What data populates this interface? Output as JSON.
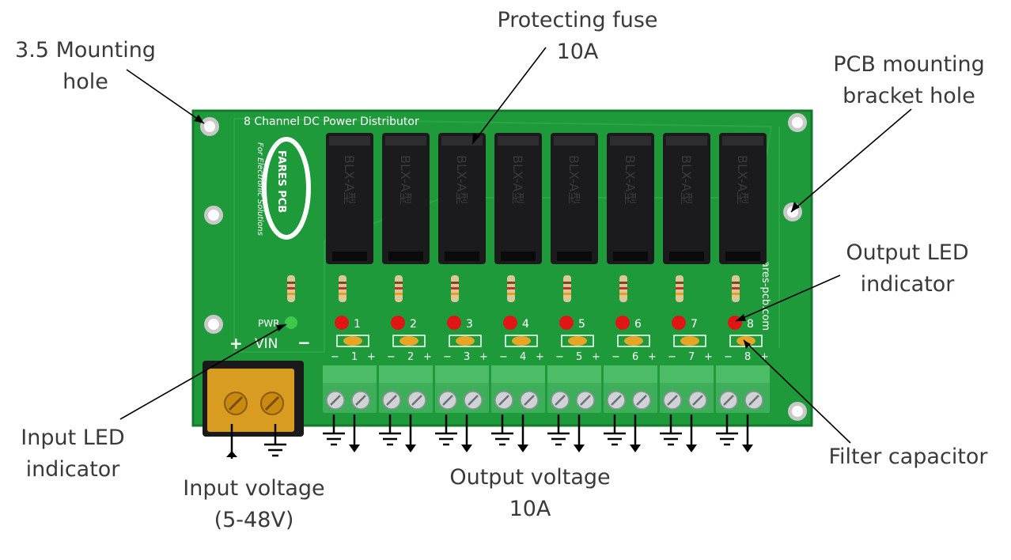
{
  "colors": {
    "pcb_green": "#1f9a3a",
    "pcb_green_dark": "#178431",
    "fuse_holder": "#1b1b1d",
    "terminal_green": "#3fae5a",
    "led_red": "#e01616",
    "led_green": "#3ec94a",
    "capacitor": "#e8a524",
    "input_fuse": "#e2a321",
    "callout_text": "#3a3a3a"
  },
  "callouts": {
    "mounting_hole": [
      "3.5 Mounting",
      "hole"
    ],
    "protecting_fuse": [
      "Protecting fuse",
      "10A"
    ],
    "bracket_hole": [
      "PCB mounting",
      "bracket hole"
    ],
    "output_led": [
      "Output LED",
      "indicator"
    ],
    "input_led": [
      "Input LED",
      "indicator"
    ],
    "filter_capacitor": [
      "Filter capacitor"
    ],
    "input_voltage": [
      "Input voltage",
      "(5-48V)"
    ],
    "output_voltage": [
      "Output voltage",
      "10A"
    ]
  },
  "board": {
    "title": "8 Channel DC Power Distributor",
    "brand": "FARES PCB",
    "brand_tagline": "For Electronic Solutions",
    "website": "ares-pcb.com",
    "pwr_label": "PWR",
    "vin_plus": "+",
    "vin_label": "VIN",
    "vin_minus": "−",
    "fuse_marking": "BLX-A型",
    "channels": [
      "1",
      "2",
      "3",
      "4",
      "5",
      "6",
      "7",
      "8"
    ],
    "polarity_minus": "−",
    "polarity_plus": "+"
  },
  "icons": {
    "ground": "ground-symbol-icon",
    "down_arrow": "output-arrow-icon",
    "up_arrow": "input-arrow-icon"
  }
}
